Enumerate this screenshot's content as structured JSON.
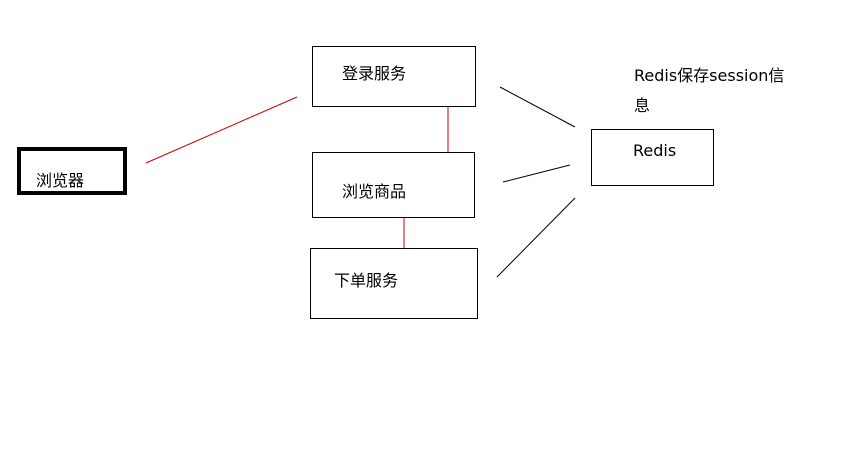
{
  "nodes": {
    "browser": "浏览器",
    "login_service": "登录服务",
    "browse_goods": "浏览商品",
    "order_service": "下单服务",
    "redis": "Redis"
  },
  "note": {
    "line1": "Redis保存session信",
    "line2": "息"
  },
  "colors": {
    "red_line": "#cc0000",
    "black_line": "#000000"
  }
}
